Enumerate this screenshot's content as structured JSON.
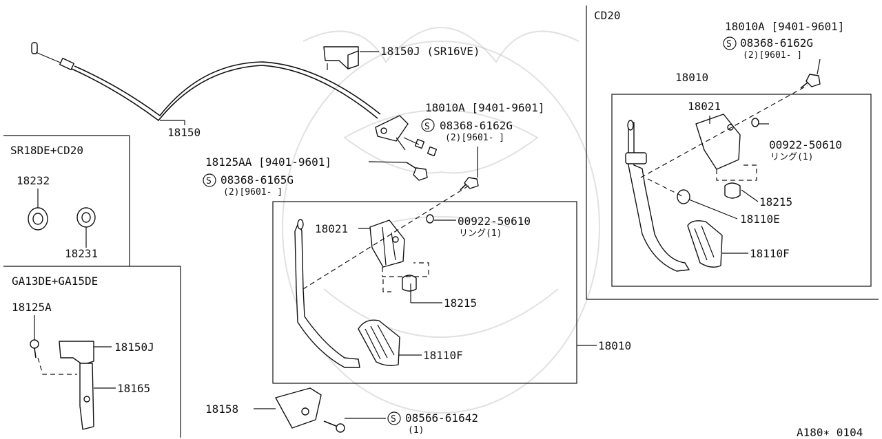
{
  "diagram": {
    "catalog_code": "A180∗ 0104",
    "main_labels": {
      "cable": "18150",
      "bracket_sr16ve": "18150J (SR16VE)",
      "bolt_a": "18010A [9401-9601]",
      "screw_a": "08368-6162G",
      "screw_a_qty": "(2)[9601-     ]",
      "bolt_aa": "18125AA [9401-9601]",
      "screw_b": "08368-6165G",
      "screw_b_qty": "(2)[9601-     ]",
      "bracket": "18021",
      "ring": "00922-50610",
      "ring_name": "リング(1)",
      "spring": "18215",
      "pedal_pad": "18110F",
      "pedal_assy": "18010",
      "stopper": "18158",
      "screw_c": "08566-61642",
      "screw_c_qty": "(1)"
    },
    "sr18_box": {
      "title": "SR18DE+CD20",
      "part_a": "18232",
      "part_b": "18231"
    },
    "ga_box": {
      "title": "GA13DE+GA15DE",
      "part_a": "18125A",
      "part_b": "18150J",
      "part_c": "18165"
    },
    "cd20_box": {
      "title": "CD20",
      "bolt_a": "18010A [9401-9601]",
      "screw_a": "08368-6162G",
      "screw_a_qty": "(2)[9601-     ]",
      "pedal_assy": "18010",
      "bracket": "18021",
      "ring": "00922-50610",
      "ring_name": "リング(1)",
      "spring": "18215",
      "stopper": "18110E",
      "pedal_pad": "18110F"
    },
    "symbols": {
      "screw_mark": "S"
    }
  }
}
